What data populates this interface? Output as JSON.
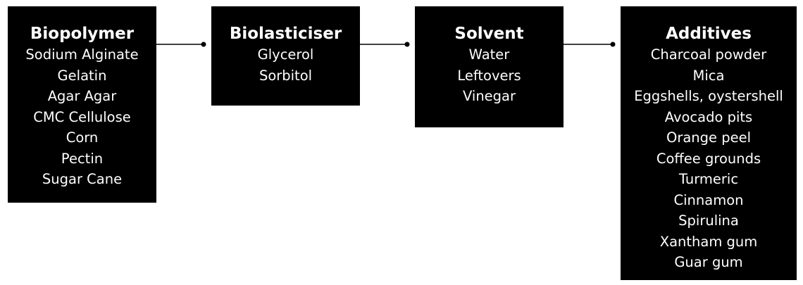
{
  "boxes": [
    {
      "title": "Biopolymer",
      "items": [
        "Sodium Alginate",
        "Gelatin",
        "Agar Agar",
        "CMC Cellulose",
        "Corn",
        "Pectin",
        "Sugar Cane"
      ]
    },
    {
      "title": "Biolasticiser",
      "items": [
        "Glycerol",
        "Sorbitol"
      ]
    },
    {
      "title": "Solvent",
      "items": [
        "Water",
        "Leftovers",
        "Vinegar"
      ]
    },
    {
      "title": "Additives",
      "items": [
        "Charcoal powder",
        "Mica",
        "Eggshells, oystershell",
        "Avocado pits",
        "Orange peel",
        "Coffee grounds",
        "Turmeric",
        "Cinnamon",
        "Spirulina",
        "Xantham gum",
        "Guar gum"
      ]
    }
  ],
  "colors": {
    "box_fill": "#000000",
    "text": "#ffffff",
    "connector": "#000000",
    "background": "#ffffff"
  }
}
